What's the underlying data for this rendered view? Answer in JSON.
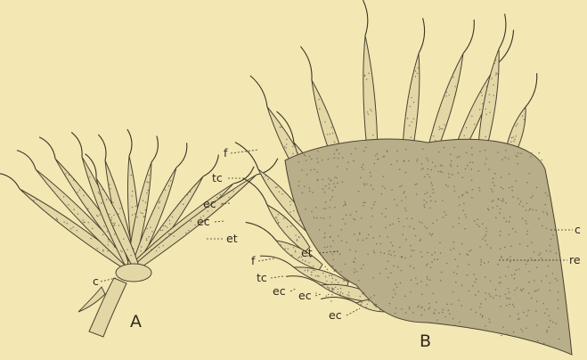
{
  "figure": {
    "panels": [
      {
        "id": "A",
        "caption": "A",
        "labels": {
          "f": "f",
          "tc": "tc",
          "ec1": "ec",
          "ec2": "ec",
          "et": "et",
          "c": "c"
        }
      },
      {
        "id": "B",
        "caption": "B",
        "labels": {
          "f": "f",
          "tc": "tc",
          "ec1": "ec",
          "ec2": "ec",
          "ec3": "ec",
          "et": "et",
          "c": "c",
          "re": "re"
        }
      }
    ]
  },
  "colors": {
    "background": "#f3e7b4",
    "ink": "#2f2a1c",
    "cell_fill": "#e3d7a6",
    "mass_fill": "#b9ae8a"
  }
}
